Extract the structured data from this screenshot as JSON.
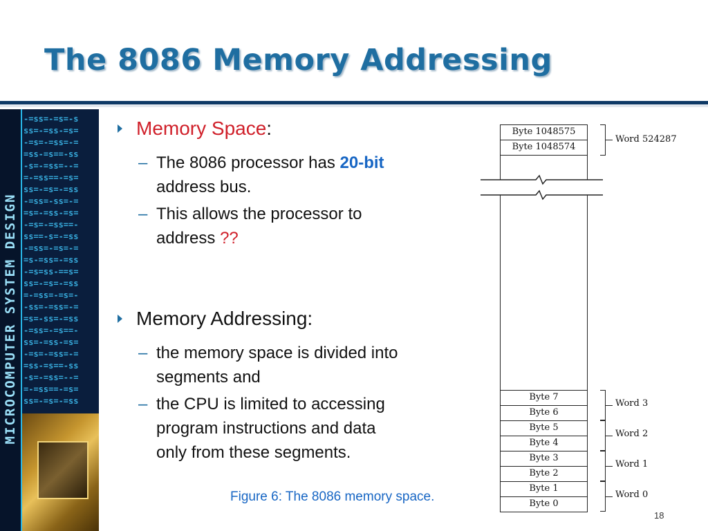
{
  "slide": {
    "title": "The 8086 Memory Addressing",
    "number": "18",
    "sidebar_brand": "MICROCOMPUTER SYSTEM DESIGN"
  },
  "bullets": {
    "b1": {
      "heading": "Memory Space",
      "colon": ":",
      "subs": [
        {
          "pre": "The 8086 processor has ",
          "hl": "20-bit",
          "post": "",
          "line2": "address bus."
        },
        {
          "pre": "This allows the processor to",
          "hl": "",
          "post": "",
          "line2": "address ",
          "line2_hl": "??"
        }
      ]
    },
    "b2": {
      "heading": "Memory Addressing:",
      "subs": [
        {
          "lines": [
            "the memory space is divided into",
            "segments and"
          ]
        },
        {
          "lines": [
            "the CPU is limited to accessing",
            "program instructions and data",
            "only from these segments."
          ]
        }
      ]
    }
  },
  "figure": {
    "caption": "Figure 6: The 8086 memory space.",
    "top_bytes": [
      "Byte 1048575",
      "Byte 1048574"
    ],
    "top_word": "Word 524287",
    "bottom_bytes": [
      "Byte 7",
      "Byte 6",
      "Byte 5",
      "Byte 4",
      "Byte 3",
      "Byte 2",
      "Byte 1",
      "Byte 0"
    ],
    "words": [
      "Word 3",
      "Word 2",
      "Word 1",
      "Word 0"
    ]
  },
  "colors": {
    "title": "#1f6ea1",
    "heading_red": "#d0202a",
    "highlight_blue": "#1766c4",
    "sidebar": "#0a1e3d"
  },
  "icons": [
    "bullet-arrow-icon",
    "chip-image"
  ]
}
